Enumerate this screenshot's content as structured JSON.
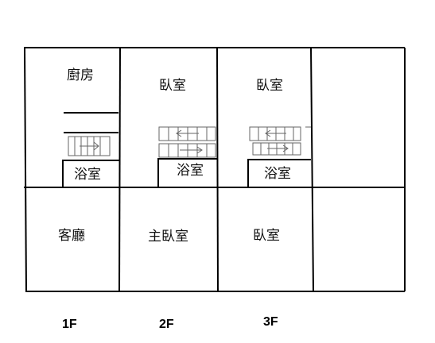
{
  "floors": [
    {
      "label": "1F",
      "rooms": {
        "kitchen": "廚房",
        "bath": "浴室",
        "living": "客廳"
      }
    },
    {
      "label": "2F",
      "rooms": {
        "bedroom": "臥室",
        "bath": "浴室",
        "master": "主臥室"
      }
    },
    {
      "label": "3F",
      "rooms": {
        "bedroom": "臥室",
        "bath": "浴室",
        "bedroom2": "臥室"
      }
    }
  ],
  "colors": {
    "line": "#000000",
    "stair": "#666666",
    "background": "#ffffff"
  }
}
